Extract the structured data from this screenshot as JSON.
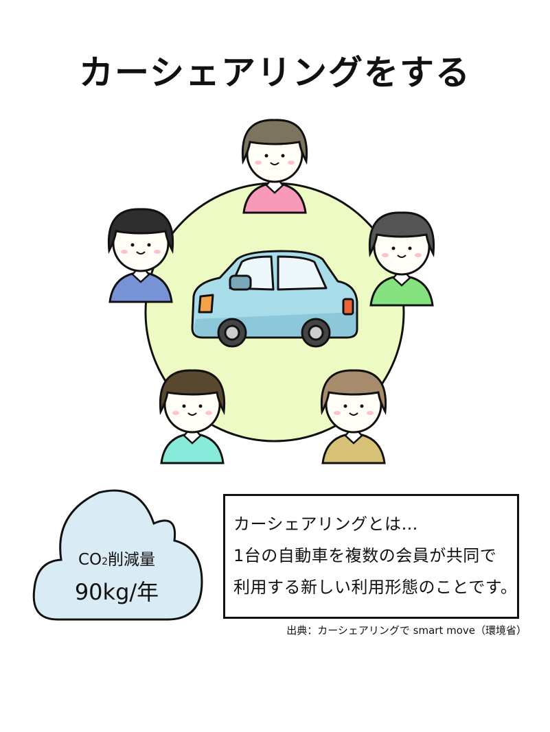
{
  "title": "カーシェアリングをする",
  "illustration": {
    "circle_color": "#eefac4",
    "car_color": "#a8dce8",
    "people": [
      {
        "role": "top",
        "hair": "#7d7460",
        "shirt": "#f79ab9"
      },
      {
        "role": "left",
        "hair": "#2e2e2e",
        "shirt": "#7793d6"
      },
      {
        "role": "right",
        "hair": "#555555",
        "shirt": "#86e27f"
      },
      {
        "role": "bottom-left",
        "hair": "#57482f",
        "shirt": "#88eadb"
      },
      {
        "role": "bottom-right",
        "hair": "#a68c6c",
        "shirt": "#d6c176"
      }
    ]
  },
  "cloud": {
    "co2_prefix": "CO",
    "co2_sub": "2",
    "co2_suffix": "削減量",
    "amount": "90kg/年",
    "fill": "#d9ebf5"
  },
  "description": {
    "lines": [
      "カーシェアリングとは…",
      "1台の自動車を複数の会員が共同で",
      "利用する新しい利用形態のことです。"
    ]
  },
  "source": "出典：カーシェアリングで smart move（環境省）"
}
